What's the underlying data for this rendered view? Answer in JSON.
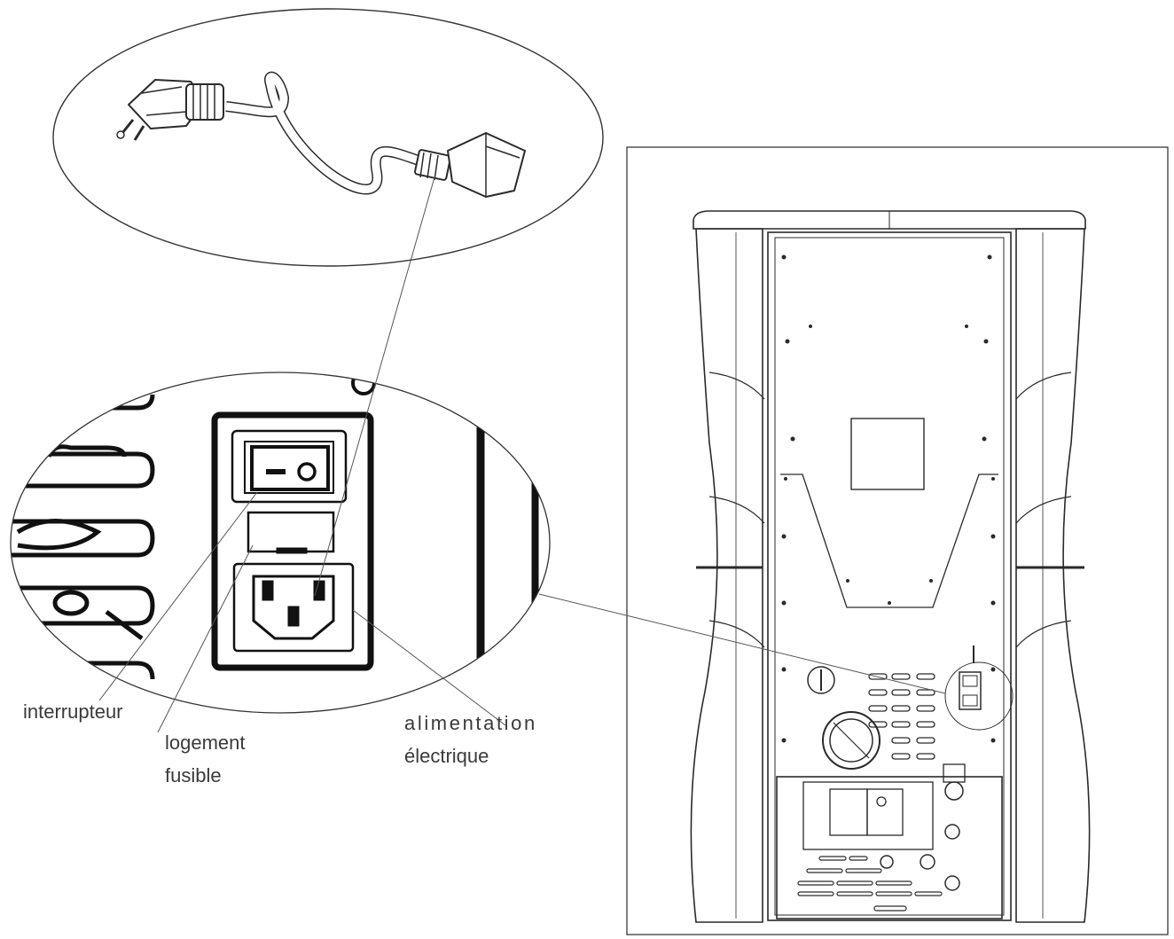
{
  "labels": {
    "switch": "interrupteur",
    "fuse_line1": "logement",
    "fuse_line2": "fusible",
    "power_line1": "alimentation",
    "power_line2": "électrique"
  },
  "icons": [
    "power-cord-icon",
    "rocker-switch-icon",
    "fuse-drawer-icon",
    "iec-socket-icon",
    "pellet-stove-rear-icon"
  ],
  "colors": {
    "line": "#2a2a2a",
    "background": "#ffffff"
  }
}
